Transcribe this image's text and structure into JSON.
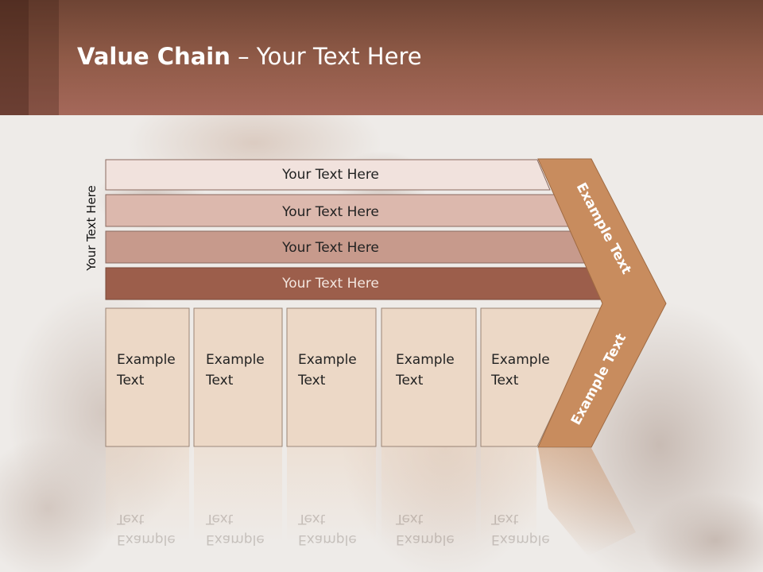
{
  "slide": {
    "title_bold": "Value Chain",
    "title_rest": " – Your Text Here",
    "side_label": "Your Text Here"
  },
  "bars": [
    {
      "label": "Your Text Here",
      "color": "#f1e2dd"
    },
    {
      "label": "Your Text Here",
      "color": "#dcb8ad"
    },
    {
      "label": "Your Text Here",
      "color": "#c79a8c"
    },
    {
      "label": "Your Text Here",
      "color": "#9c5e4b"
    }
  ],
  "boxes": [
    {
      "line1": "Example",
      "line2": "Text"
    },
    {
      "line1": "Example",
      "line2": "Text"
    },
    {
      "line1": "Example",
      "line2": "Text"
    },
    {
      "line1": "Example",
      "line2": "Text"
    },
    {
      "line1": "Example",
      "line2": "Text"
    }
  ],
  "chevron": {
    "upper_label": "Example Text",
    "lower_label": "Example Text",
    "color": "#c88c5e"
  },
  "colors": {
    "box_fill": "#ecd8c6",
    "header": "#8f5a47"
  }
}
